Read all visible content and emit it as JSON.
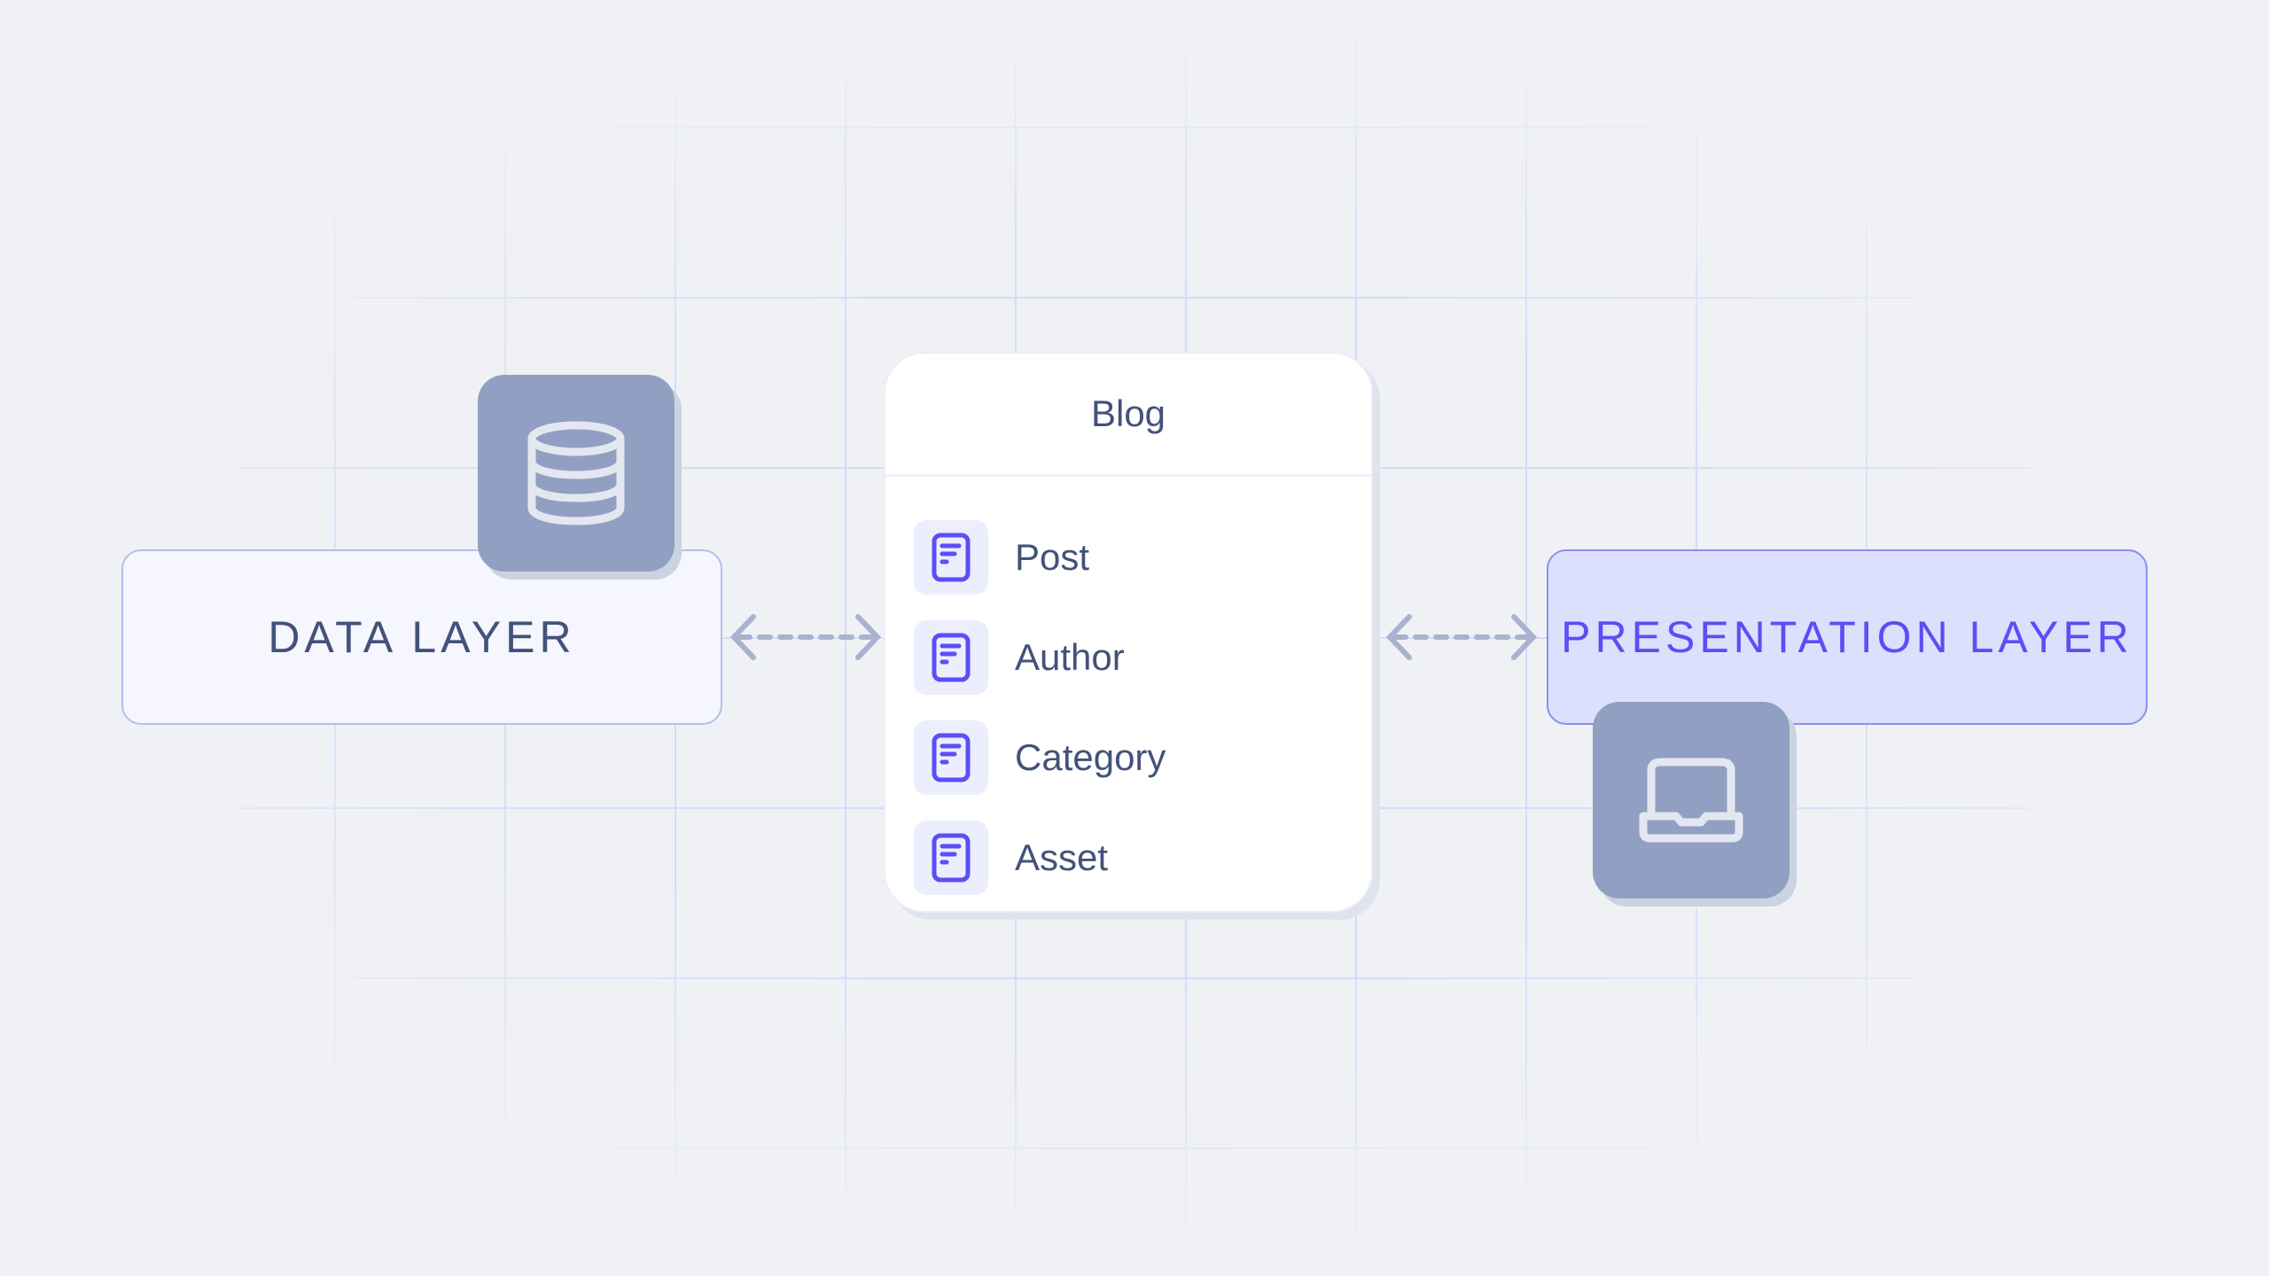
{
  "diagram": {
    "left_node": {
      "label": "DATA LAYER",
      "icon": "database-icon"
    },
    "center_node": {
      "title": "Blog",
      "items": [
        {
          "label": "Post",
          "icon": "document-icon"
        },
        {
          "label": "Author",
          "icon": "document-icon"
        },
        {
          "label": "Category",
          "icon": "document-icon"
        },
        {
          "label": "Asset",
          "icon": "document-icon"
        }
      ]
    },
    "right_node": {
      "label": "PRESENTATION LAYER",
      "icon": "laptop-icon"
    },
    "connections": [
      {
        "from": "DATA LAYER",
        "to": "Blog",
        "style": "dashed bidirectional"
      },
      {
        "from": "Blog",
        "to": "PRESENTATION LAYER",
        "style": "dashed bidirectional"
      }
    ]
  },
  "colors": {
    "background": "#eff1f5",
    "grid": "#d6dbfa",
    "text_dark": "#43527a",
    "accent": "#5a4ff5",
    "icon_tile": "#91a0c2",
    "arrow": "#a9b3cf"
  }
}
